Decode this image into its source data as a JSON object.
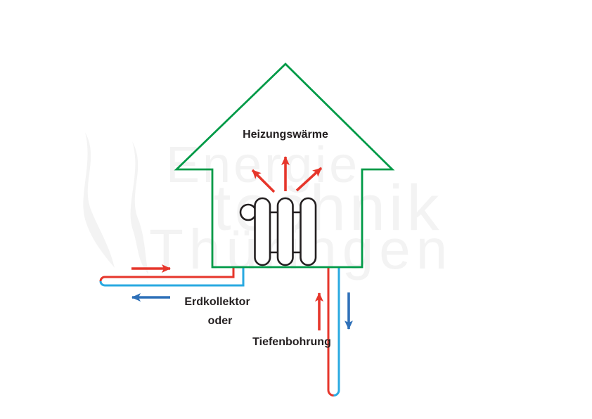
{
  "labels": {
    "heating_heat": "Heizungswärme",
    "ground_collector": "Erdkollektor",
    "or": "oder",
    "deep_drilling": "Tiefenbohrung"
  },
  "watermark": {
    "lines": [
      "Energie",
      "technik",
      "Thüringen"
    ]
  },
  "colors": {
    "green": "#009a47",
    "red": "#e6362b",
    "blue-light": "#29a9e1",
    "blue-dark": "#2e70b8",
    "ink": "#231f20",
    "watermark": "#f3f3f3"
  },
  "diagram": {
    "components": [
      {
        "name": "house-outline",
        "color": "green"
      },
      {
        "name": "radiator-icon",
        "color": "ink"
      },
      {
        "name": "heat-arrows",
        "color": "red",
        "count": 3
      },
      {
        "name": "collector-loop",
        "supply_color": "red",
        "return_color": "blue-light"
      },
      {
        "name": "borehole-loop",
        "supply_color": "red",
        "return_color": "blue-light"
      },
      {
        "name": "flow-arrows",
        "warm_color": "red",
        "cold_color": "blue-dark"
      },
      {
        "name": "steam-flame-watermark",
        "color": "watermark",
        "count": 2
      }
    ]
  }
}
